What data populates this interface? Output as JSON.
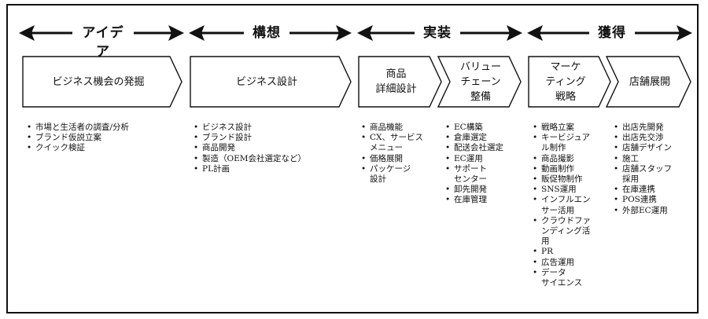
{
  "phases": [
    {
      "id": "idea",
      "label": "アイデア"
    },
    {
      "id": "design",
      "label": "構想"
    },
    {
      "id": "implement",
      "label": "実装"
    },
    {
      "id": "acquire",
      "label": "獲得"
    }
  ],
  "steps": [
    {
      "id": "step1",
      "label": "ビジネス機会の発掘"
    },
    {
      "id": "step2",
      "label": "ビジネス設計"
    },
    {
      "id": "step3",
      "label": "商品\n詳細設計"
    },
    {
      "id": "step4",
      "label": "バリュー\nチェーン\n整備"
    },
    {
      "id": "step5",
      "label": "マーケ\nティング\n戦略"
    },
    {
      "id": "step6",
      "label": "店舗展開"
    }
  ],
  "tasks": [
    [
      "市場と生活者の調査/分析",
      "ブランド仮説立案",
      "クイック検証"
    ],
    [
      "ビジネス設計",
      "ブランド設計",
      "商品開発",
      "製造（OEM会社選定など）",
      "PL計画"
    ],
    [
      "商品機能",
      "CX、サービス\nメニュー",
      "価格展開",
      "パッケージ\n設計"
    ],
    [
      "EC構築",
      "倉庫選定",
      "配送会社選定",
      "EC運用",
      "サポート\nセンター",
      "卸先開発",
      "在庫管理"
    ],
    [
      "戦略立案",
      "キービジュア\nル制作",
      "商品撮影",
      "動画制作",
      "販促物制作",
      "SNS運用",
      "インフルエン\nサー活用",
      "クラウドファ\nンディング活\n用",
      "PR",
      "広告運用",
      "データ\nサイエンス"
    ],
    [
      "出店先開発",
      "出店先交渉",
      "店舗デザイン",
      "施工",
      "店舗スタッフ\n採用",
      "在庫連携",
      "POS連携",
      "外部EC運用"
    ]
  ]
}
